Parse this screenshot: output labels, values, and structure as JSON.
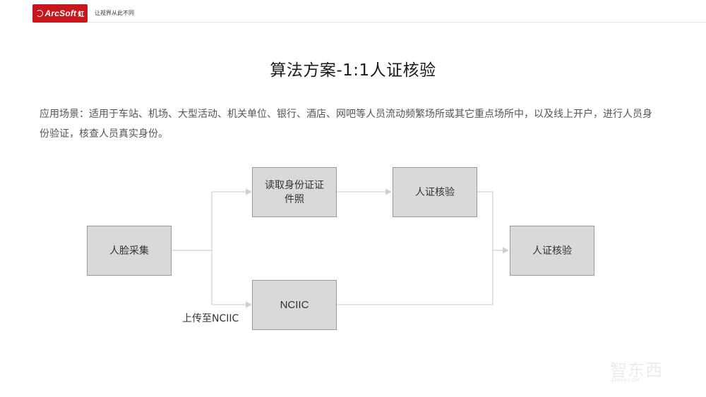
{
  "header": {
    "logo_text": "ArcSoft",
    "logo_cn": "虹软",
    "slogan": "让视界从此不同"
  },
  "title": "算法方案-1:1人证核验",
  "description": "应用场景：适用于车站、机场、大型活动、机关单位、银行、酒店、网吧等人员流动频繁场所或其它重点场所中，以及线上开户，进行人员身份验证，核查人员真实身份。",
  "diagram": {
    "nodes": {
      "face_capture": "人脸采集",
      "read_id": "读取身份证证件照",
      "id_verify_1": "人证核验",
      "nciic": "NCIIC",
      "id_verify_2": "人证核验"
    },
    "edge_label": "上传至NCIIC",
    "colors": {
      "node_fill": "#d9d9d9",
      "node_border": "#9a9a9a",
      "edge": "#d0d0d0"
    }
  },
  "watermark": {
    "text": "智东西",
    "sub": "ZHIDX.COM"
  }
}
